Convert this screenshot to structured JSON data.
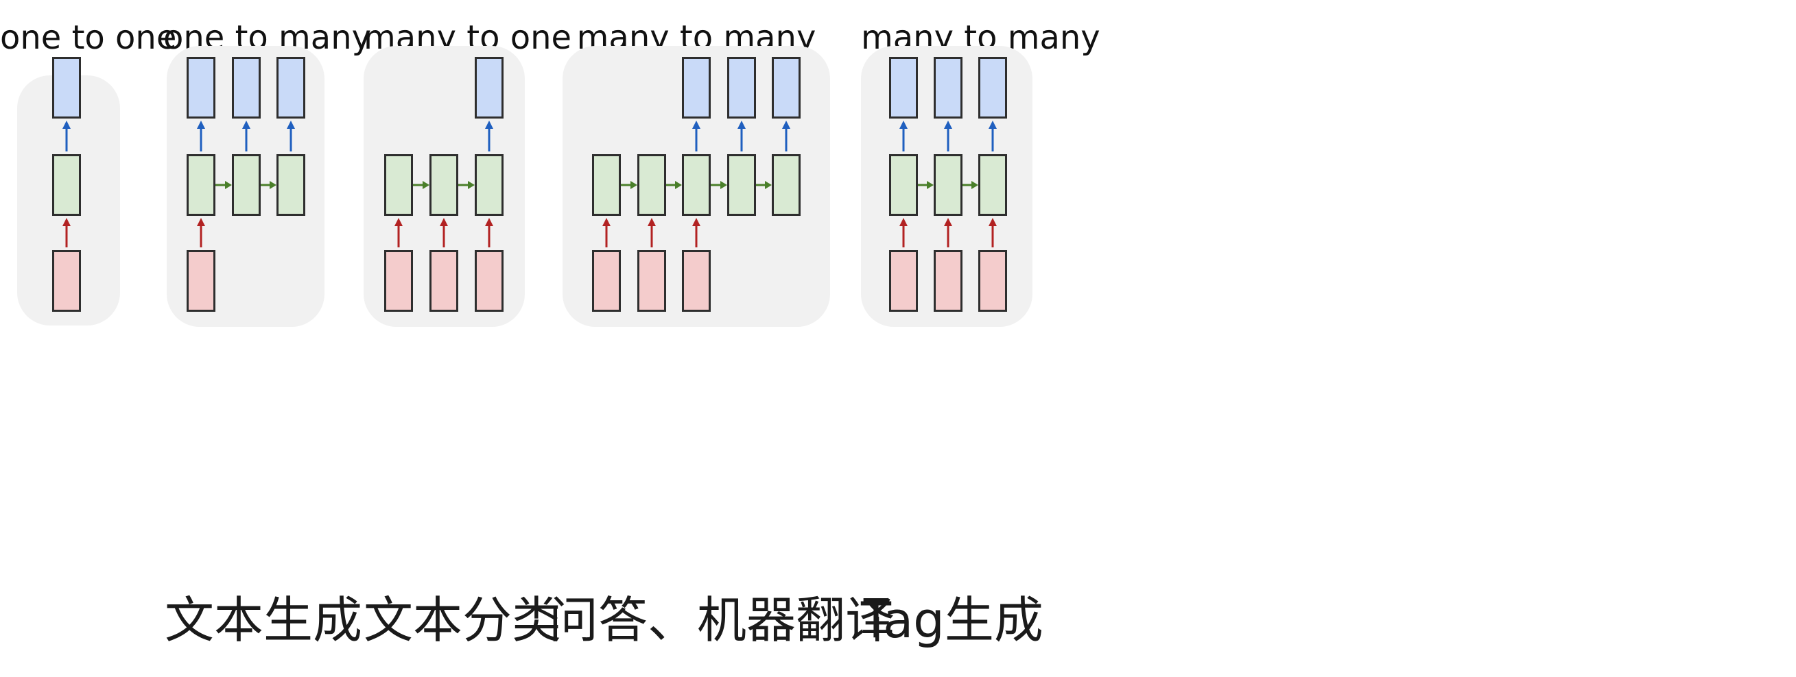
{
  "colors": {
    "output_fill": "#c9daf8",
    "hidden_fill": "#d9ead3",
    "input_fill": "#f4cccc",
    "panel_bg": "#f1f1f1",
    "up_arrow_output": "#1f5fbf",
    "up_arrow_input": "#b22222",
    "recurrent_arrow": "#4a7f2a"
  },
  "panels": [
    {
      "id": "one-to-one",
      "title": "one to one",
      "caption": ""
    },
    {
      "id": "one-to-many",
      "title": "one to many",
      "caption": "文本生成"
    },
    {
      "id": "many-to-one",
      "title": "many to one",
      "caption": "文本分类"
    },
    {
      "id": "many-to-many-seq",
      "title": "many to many",
      "caption": "问答、机器翻译"
    },
    {
      "id": "many-to-many-sync",
      "title": "many to many",
      "caption": "Tag生成"
    }
  ]
}
